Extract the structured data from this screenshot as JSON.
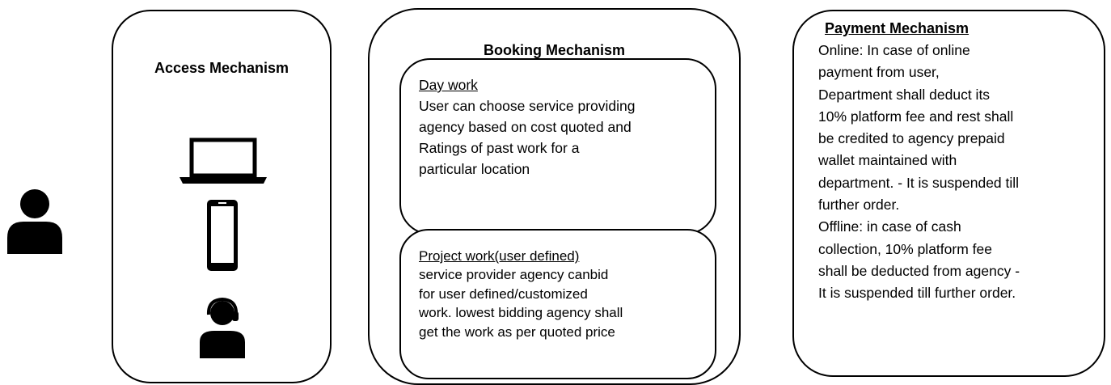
{
  "access": {
    "title": "Access Mechanism",
    "icons": [
      "laptop-icon",
      "smartphone-icon",
      "call-center-agent-icon"
    ]
  },
  "user": {
    "icon": "user-icon"
  },
  "booking": {
    "title": "Booking Mechanism",
    "day_work": {
      "heading": "Day work",
      "lines": "User can choose service providing\nagency based on cost quoted and\nRatings of past work for a\nparticular location"
    },
    "project_work": {
      "heading": "Project work(user defined)",
      "lines": "service provider agency canbid\nfor user defined/customized\nwork. lowest bidding agency shall\nget the  work as per quoted price"
    }
  },
  "payment": {
    "title": "Payment Mechanism",
    "lines": "Online: In case of online\npayment from user,\nDepartment shall deduct its\n10% platform fee and rest shall\nbe credited to agency prepaid\nwallet maintained with\ndepartment. - It is suspended till\nfurther order.\nOffline: in case of cash\ncollection, 10% platform fee\nshall be deducted from agency -\nIt is suspended till further order."
  }
}
